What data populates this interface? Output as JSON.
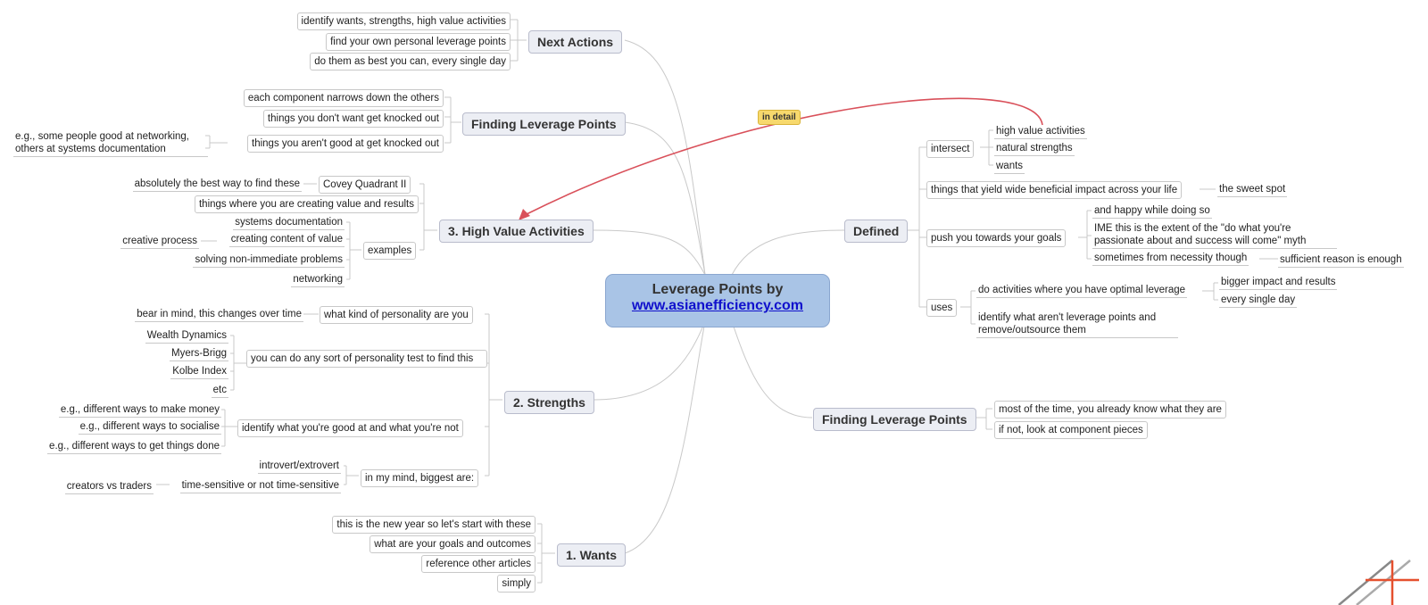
{
  "center": {
    "line1": "Leverage Points by",
    "link": "www.asianefficiency.com"
  },
  "in_detail": "in detail",
  "next_actions": {
    "title": "Next Actions",
    "items": [
      "identify wants, strengths, high value activities",
      "find your own personal leverage points",
      "do them as best you can, every single day"
    ]
  },
  "finding_left": {
    "title": "Finding Leverage Points",
    "items": [
      "each component narrows down the others",
      "things you don't want get knocked out",
      "things you aren't good at get knocked out"
    ],
    "example": "e.g., some people good at networking, others at systems documentation"
  },
  "hva": {
    "title": "3. High Value Activities",
    "covey": "Covey Quadrant II",
    "covey_note": "absolutely the best way to find these",
    "creating": "things where you are creating value and results",
    "examples": "examples",
    "ex_items": [
      "systems documentation",
      "creating content of value",
      "solving non-immediate problems",
      "networking"
    ],
    "creative": "creative process"
  },
  "strengths": {
    "title": "2. Strengths",
    "personality": "what kind of personality are you",
    "bear": "bear in mind, this changes over time",
    "test": "you can do any sort of personality test to find this",
    "tests": [
      "Wealth Dynamics",
      "Myers-Brigg",
      "Kolbe Index",
      "etc"
    ],
    "good": "identify what you're good at and what you're not",
    "eg": [
      "e.g., different ways to make money",
      "e.g., different ways to socialise",
      "e.g., different ways to get things done"
    ],
    "biggest": "in my mind, biggest are:",
    "introvert": "introvert/extrovert",
    "time": "time-sensitive or not time-sensitive",
    "creators": "creators vs traders"
  },
  "wants": {
    "title": "1. Wants",
    "items": [
      "this is the new year so let's start with these",
      "what are your goals and outcomes",
      "reference other articles",
      "simply"
    ]
  },
  "defined": {
    "title": "Defined",
    "intersect": "intersect",
    "intersect_items": [
      "high value activities",
      "natural strengths",
      "wants"
    ],
    "yield": "things that yield wide beneficial impact across your life",
    "sweet": "the sweet spot",
    "push": "push you towards your goals",
    "happy": "and happy while doing so",
    "ime": "IME this is the extent of the \"do what you're passionate about and success will come\" myth",
    "necessity": "sometimes from necessity though",
    "sufficient": "sufficient reason is enough",
    "uses": "uses",
    "do_act": "do activities where you have optimal leverage",
    "bigger": "bigger impact and results",
    "every": "every single day",
    "identify": "identify what aren't leverage points and remove/outsource them"
  },
  "finding_right": {
    "title": "Finding Leverage Points",
    "items": [
      "most of the time, you already know what they are",
      "if not, look at component pieces"
    ]
  },
  "colors": {
    "arrow": "#d9505a",
    "line": "#c9c9c9",
    "center": "#a9c4e6"
  }
}
